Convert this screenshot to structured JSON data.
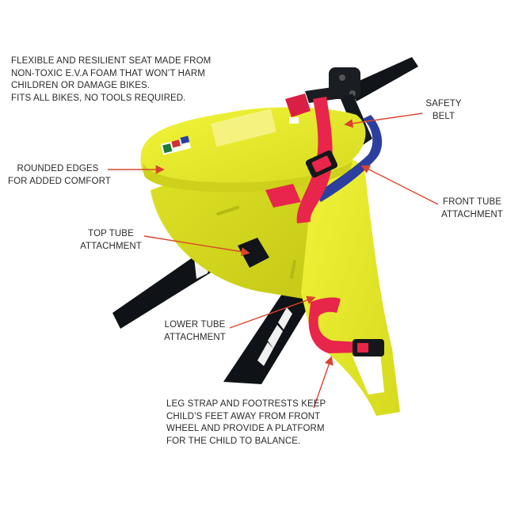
{
  "intro": {
    "lines": [
      "FLEXIBLE AND RESILIENT SEAT MADE FROM",
      "NON-TOXIC E.V.A FOAM THAT WON’T HARM",
      "CHILDREN OR DAMAGE BIKES.",
      "FITS ALL BIKES, NO TOOLS REQUIRED."
    ]
  },
  "callouts": {
    "rounded_edges": {
      "lines": [
        "ROUNDED EDGES",
        "FOR ADDED COMFORT"
      ]
    },
    "safety_belt": {
      "lines": [
        "SAFETY",
        "BELT"
      ]
    },
    "front_tube": {
      "lines": [
        "FRONT TUBE",
        "ATTACHMENT"
      ]
    },
    "top_tube": {
      "lines": [
        "TOP TUBE",
        "ATTACHMENT"
      ]
    },
    "lower_tube": {
      "lines": [
        "LOWER TUBE",
        "ATTACHMENT"
      ]
    },
    "leg_strap": {
      "lines": [
        "LEG STRAP AND FOOTRESTS KEEP",
        "CHILD’S FEET AWAY FROM FRONT",
        "WHEEL AND PROVIDE A PLATFORM",
        "FOR THE CHILD TO BALANCE."
      ]
    }
  },
  "colors": {
    "foam_yellow": "#e8ec2a",
    "strap_red": "#e8254a",
    "strap_blue": "#2c3fa0",
    "frame_black": "#111418",
    "arrow_red": "#d9452c",
    "text": "#2a2a2a"
  }
}
